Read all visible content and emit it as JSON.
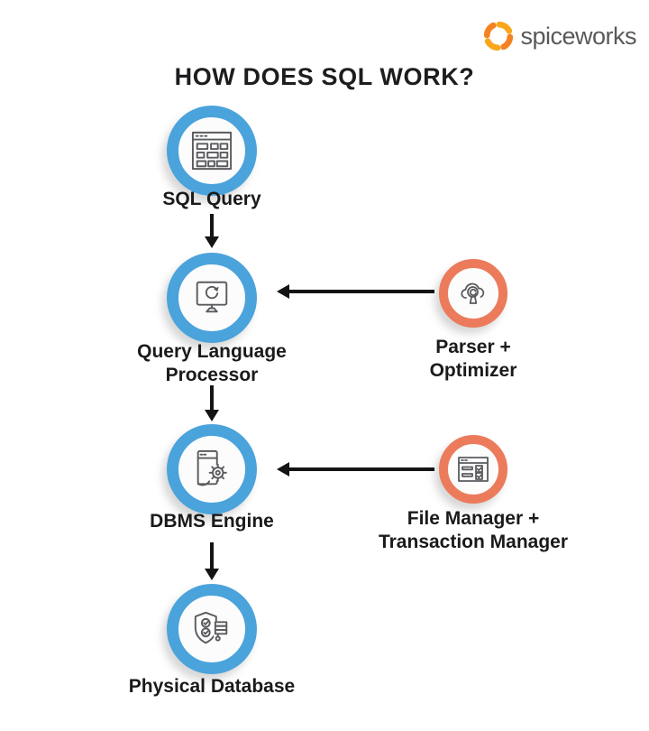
{
  "title": {
    "text": "HOW DOES SQL WORK?"
  },
  "logo": {
    "text": "spiceworks",
    "text_color": "#58595b",
    "swirl_colors": [
      "#F58220",
      "#FAA61A"
    ]
  },
  "colors": {
    "background": "#ffffff",
    "blue_ring": "#4AA3DB",
    "orange_ring": "#EC7B5B",
    "arrow": "#141414",
    "icon_stroke": "#5a5b5e",
    "label_text": "#1a1a1a",
    "title_text": "#1d1d1f"
  },
  "flow": {
    "main_nodes": [
      {
        "id": "sql-query",
        "label": "SQL Query",
        "ring_color": "#4AA3DB",
        "icon": "query-window-icon"
      },
      {
        "id": "query-language-processor",
        "label_lines": [
          "Query Language",
          "Processor"
        ],
        "ring_color": "#4AA3DB",
        "icon": "monitor-refresh-icon"
      },
      {
        "id": "dbms-engine",
        "label": "DBMS Engine",
        "ring_color": "#4AA3DB",
        "icon": "document-gear-icon"
      },
      {
        "id": "physical-database",
        "label": "Physical Database",
        "ring_color": "#4AA3DB",
        "icon": "shield-database-icon"
      }
    ],
    "side_nodes": [
      {
        "id": "parser-optimizer",
        "label_lines": [
          "Parser +",
          "Optimizer"
        ],
        "ring_color": "#EC7B5B",
        "icon": "cloud-search-icon"
      },
      {
        "id": "file-manager-transaction-manager",
        "label_lines": [
          "File Manager +",
          "Transaction Manager"
        ],
        "ring_color": "#EC7B5B",
        "icon": "file-checklist-icon"
      }
    ],
    "arrows": [
      {
        "from": "sql-query",
        "to": "query-language-processor",
        "direction": "down"
      },
      {
        "from": "query-language-processor",
        "to": "dbms-engine",
        "direction": "down"
      },
      {
        "from": "dbms-engine",
        "to": "physical-database",
        "direction": "down"
      },
      {
        "from": "parser-optimizer",
        "to": "query-language-processor",
        "direction": "left"
      },
      {
        "from": "file-manager-transaction-manager",
        "to": "dbms-engine",
        "direction": "left"
      }
    ]
  }
}
